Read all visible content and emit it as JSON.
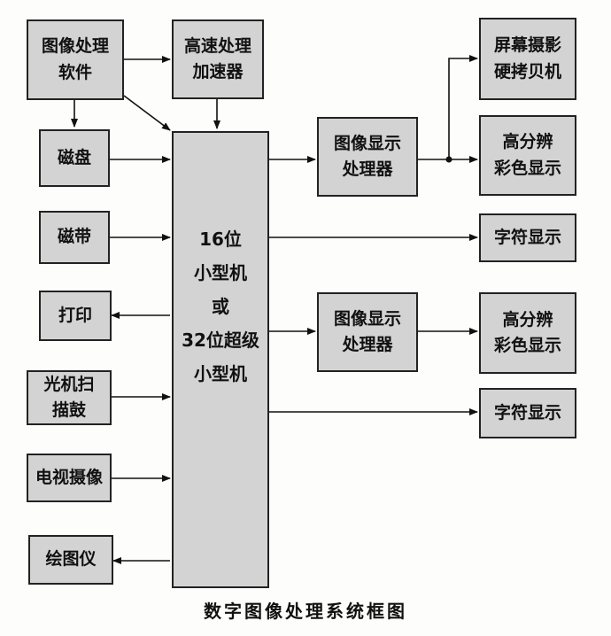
{
  "boxes": {
    "software": "图像处理\n软件",
    "accelerator": "高速处理\n加速器",
    "disk": "磁盘",
    "tape": "磁带",
    "printer": "打印",
    "scanner": "光机扫\n描鼓",
    "tv_camera": "电视摄像",
    "plotter": "绘图仪",
    "computer": "16位\n小型机\n或\n32位超级\n小型机",
    "display_proc_1": "图像显示\n处理器",
    "display_proc_2": "图像显示\n处理器",
    "screen_camera": "屏幕摄影\n硬拷贝机",
    "hires_display_1": "高分辨\n彩色显示",
    "hires_display_2": "高分辨\n彩色显示",
    "char_display_1": "字符显示",
    "char_display_2": "字符显示"
  },
  "caption": "数字图像处理系统框图"
}
